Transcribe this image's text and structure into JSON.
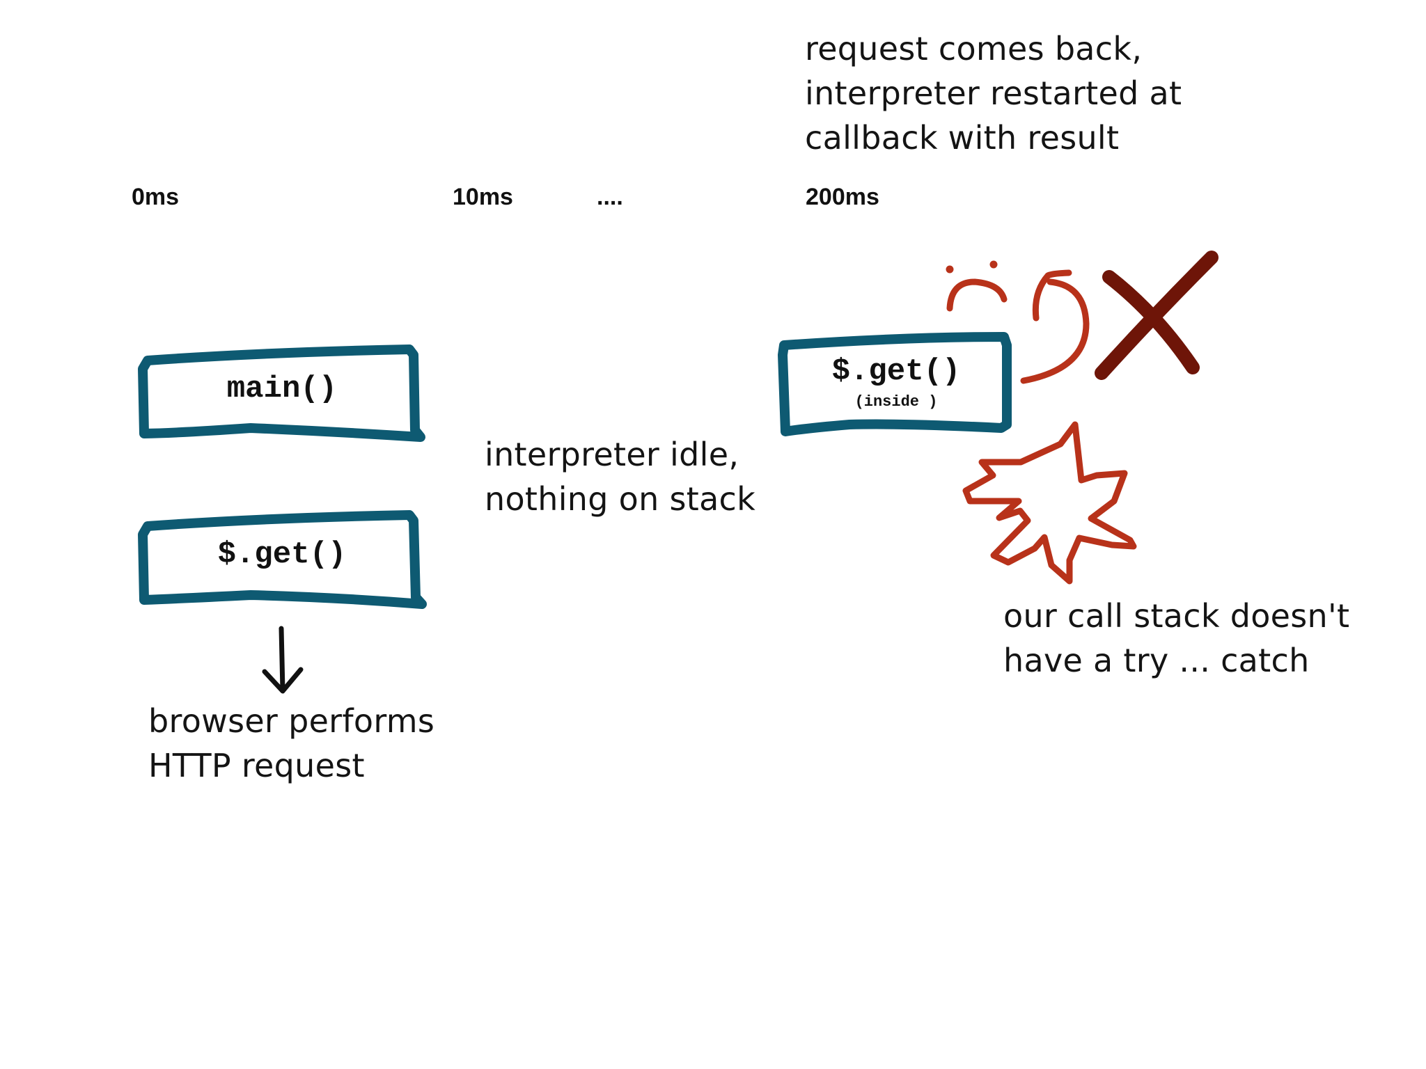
{
  "timeline": {
    "t0": "0ms",
    "t1": "10ms",
    "ellipsis": "....",
    "t2": "200ms"
  },
  "stack_0ms": {
    "main_frame": "main()",
    "get_frame": "$.get()",
    "note_line1": "browser performs",
    "note_line2": "HTTP request"
  },
  "stack_10ms": {
    "note_line1": "interpreter idle,",
    "note_line2": "nothing on stack"
  },
  "stack_200ms": {
    "header_line1": "request comes back,",
    "header_line2": "interpreter restarted at",
    "header_line3": "callback with result",
    "get_frame": "$.get()",
    "get_frame_sub": "(inside )",
    "note_line1": "our call stack doesn't",
    "note_line2": "have a try ... catch"
  },
  "colors": {
    "frame_border": "#0e5a72",
    "arrow": "#111111",
    "error_orange": "#b8321a",
    "error_dark": "#6e1508"
  },
  "icons": {
    "down_arrow": "down-arrow-icon",
    "frown": "frown-face-icon",
    "curved_arrow": "curved-arrow-icon",
    "cross": "cross-x-icon",
    "explosion": "explosion-burst-icon"
  }
}
